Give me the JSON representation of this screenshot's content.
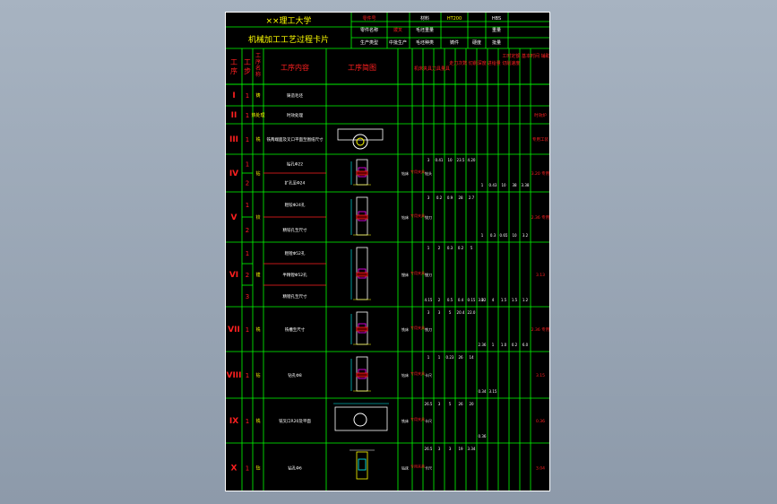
{
  "header": {
    "school": "××理工大学",
    "card_title": "机械加工工艺过程卡片",
    "labels": [
      "零件号",
      "材料",
      "零件名称",
      "毛坯重量",
      "生产类型",
      "毛坯种类",
      "硬度",
      "重量",
      "批量"
    ],
    "material_value": "HT200",
    "product_value": "拨叉",
    "type_value": "中批生产",
    "blank_value": "铸件",
    "hardness_value": "HBS"
  },
  "columns": {
    "procedure": "工序",
    "step": "工步",
    "operation": "工序名称",
    "content": "工序内容",
    "sketch": "工序简图",
    "equipment": "机床夹具刀具量具",
    "cutting_group": "走刀次数 切削深度",
    "feed_group": "进给量 切削速度",
    "time_group": "工时定额 基本时间 辅助时间"
  },
  "rows": [
    {
      "proc": "I",
      "steps": [
        "1"
      ],
      "op": "铸",
      "content": [
        "铸造毛坯"
      ],
      "equip": [],
      "nums": []
    },
    {
      "proc": "II",
      "steps": [
        "1"
      ],
      "op": "热处理",
      "content": [
        "时效处理"
      ],
      "equip": [],
      "nums": [],
      "time": "时效炉"
    },
    {
      "proc": "III",
      "steps": [
        "1"
      ],
      "op": "铣",
      "content": [
        "铣两端面及叉口平面至图纸尺寸"
      ],
      "equip": [],
      "nums": [],
      "time": "专用工装"
    },
    {
      "proc": "IV",
      "steps": [
        "1",
        "2"
      ],
      "op": "钻",
      "content": [
        "钻孔Φ22",
        "扩孔至Φ24"
      ],
      "equip": [
        "钻床",
        "专用夹具",
        "钻头"
      ],
      "nums": [
        "3",
        "0.41",
        "10",
        "23.5",
        "4.20",
        "1",
        "0.43",
        "10",
        "38",
        "3.38"
      ],
      "time": "3.20 专用"
    },
    {
      "proc": "V",
      "steps": [
        "1",
        "2"
      ],
      "op": "铰",
      "content": [
        "粗铰Φ24孔",
        "精铰孔至尺寸"
      ],
      "equip": [
        "钻床",
        "专用夹具",
        "铰刀"
      ],
      "nums": [
        "3",
        "0.2",
        "0.9",
        "28",
        "2.7",
        "1",
        "0.3",
        "0.65",
        "10",
        "3.2"
      ],
      "time": "2.36 专用"
    },
    {
      "proc": "VI",
      "steps": [
        "1",
        "2",
        "3"
      ],
      "op": "镗",
      "content": [
        "粗镗Φ52孔",
        "半精镗Φ52孔",
        "精镗孔至尺寸"
      ],
      "equip": [
        "镗床",
        "专用夹具",
        "镗刀"
      ],
      "nums": [
        "1",
        "2",
        "0.3",
        "0.2",
        "5",
        "3",
        "4",
        "1.5",
        "1.5",
        "1.2",
        "4.15",
        "2",
        "0.5",
        "0.4",
        "0.15",
        "3.02"
      ],
      "time": "3.13"
    },
    {
      "proc": "VII",
      "steps": [
        "1"
      ],
      "op": "铣",
      "content": [
        "铣槽至尺寸"
      ],
      "equip": [
        "铣床",
        "专用夹具",
        "铣刀"
      ],
      "nums": [
        "3",
        "3",
        "5",
        "20.4",
        "22.0",
        "2.36",
        "1",
        "1.0",
        "0.2",
        "6.0"
      ],
      "time": "2.36 专用"
    },
    {
      "proc": "VIII",
      "steps": [
        "1"
      ],
      "op": "钻",
      "content": [
        "钻孔Φ8"
      ],
      "equip": [
        "钻床",
        "专用夹具",
        "卡尺"
      ],
      "nums": [
        "1",
        "1",
        "0.23",
        "26",
        "14",
        "0.34",
        "3.15"
      ],
      "time": "3.15"
    },
    {
      "proc": "IX",
      "steps": [
        "1"
      ],
      "op": "铣",
      "content": [
        "铣叉口R20及平面"
      ],
      "equip": [
        "铣床",
        "专用夹具",
        "卡尺"
      ],
      "nums": [
        "26.5",
        "3",
        "5",
        "26",
        "20",
        "0.36"
      ],
      "time": "0.36"
    },
    {
      "proc": "X",
      "steps": [
        "1"
      ],
      "op": "钻",
      "content": [
        "钻孔Φ6"
      ],
      "equip": [
        "钻床",
        "专用夹具",
        "卡尺"
      ],
      "nums": [
        "26.5",
        "3",
        "3",
        "19",
        "3.34"
      ],
      "time": "3.04"
    }
  ],
  "colors": {
    "grid": "#00ff00",
    "header_text": "#ffff00",
    "red": "#ff2020",
    "white": "#ffffff",
    "magenta": "#ff00ff",
    "cyan": "#00ffff",
    "yellow": "#ffff00",
    "blue": "#4060ff"
  }
}
